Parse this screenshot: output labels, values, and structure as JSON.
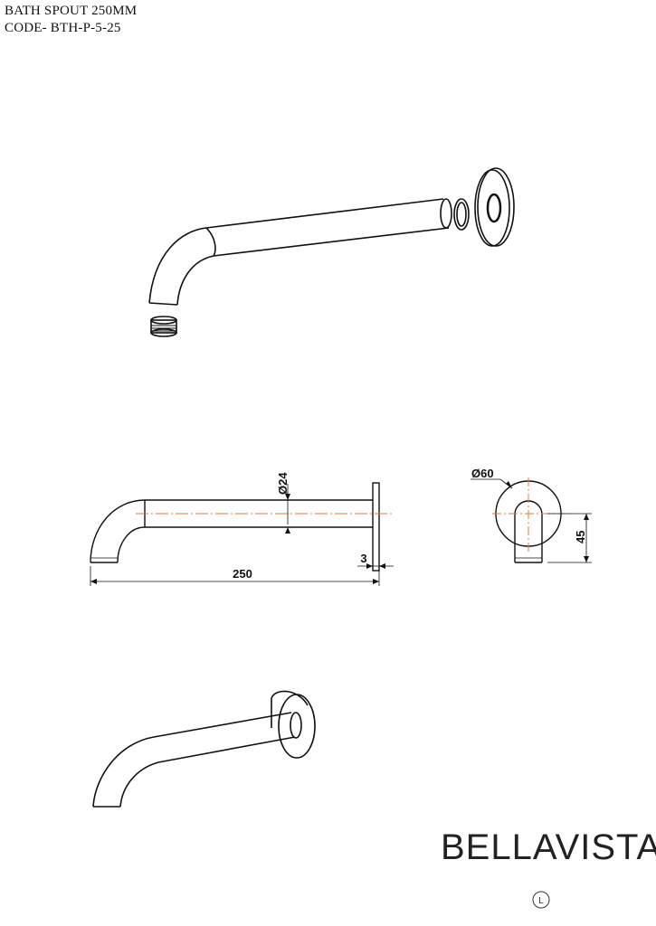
{
  "header": {
    "line1": "BATH SPOUT 250MM",
    "line2": "CODE- BTH-P-5-25"
  },
  "dimensions": {
    "pipe_diameter": "Ø24",
    "length": "250",
    "flange_thickness": "3",
    "flange_diameter": "Ø60",
    "outlet_height": "45"
  },
  "brand": {
    "name": "BELLAVISTA",
    "monogram": "L"
  },
  "colors": {
    "line": "#111111",
    "centerline": "#e07a3a"
  }
}
